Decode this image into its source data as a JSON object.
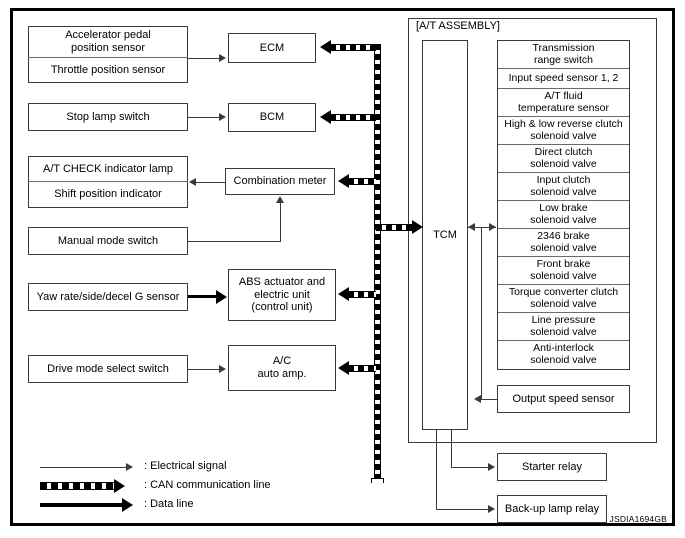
{
  "diagram": {
    "reference_code": "JSDIA1694GB",
    "at_assembly_label": "[A/T ASSEMBLY]"
  },
  "left_column": {
    "accelerator_pedal_position_sensor": "Accelerator pedal\nposition sensor",
    "accelerator_pedal_position_sensor_line1": "Accelerator pedal",
    "accelerator_pedal_position_sensor_line2": "position sensor",
    "throttle_position_sensor": "Throttle position sensor",
    "stop_lamp_switch": "Stop lamp switch",
    "at_check_indicator_lamp": "A/T CHECK indicator lamp",
    "shift_position_indicator": "Shift position indicator",
    "manual_mode_switch": "Manual mode switch",
    "yaw_rate_sensor": "Yaw rate/side/decel G sensor",
    "drive_mode_select_switch": "Drive mode select switch"
  },
  "middle_column": {
    "ecm": "ECM",
    "bcm": "BCM",
    "combination_meter": "Combination meter",
    "abs_actuator_line1": "ABS actuator and",
    "abs_actuator_line2": "electric unit",
    "abs_actuator_line3": "(control unit)",
    "ac_auto_amp_line1": "A/C",
    "ac_auto_amp_line2": "auto amp."
  },
  "tcm": {
    "label": "TCM"
  },
  "components": [
    {
      "line1": "Transmission",
      "line2": "range switch",
      "lines": 2
    },
    {
      "line1": "Input speed sensor 1, 2",
      "line2": "",
      "lines": 1
    },
    {
      "line1": "A/T fluid",
      "line2": "temperature sensor",
      "lines": 2
    },
    {
      "line1": "High & low reverse clutch",
      "line2": "solenoid valve",
      "lines": 2
    },
    {
      "line1": "Direct clutch",
      "line2": "solenoid valve",
      "lines": 2
    },
    {
      "line1": "Input clutch",
      "line2": "solenoid valve",
      "lines": 2
    },
    {
      "line1": "Low brake",
      "line2": "solenoid valve",
      "lines": 2
    },
    {
      "line1": "2346 brake",
      "line2": "solenoid valve",
      "lines": 2
    },
    {
      "line1": "Front brake",
      "line2": "solenoid valve",
      "lines": 2
    },
    {
      "line1": "Torque converter clutch",
      "line2": "solenoid valve",
      "lines": 2
    },
    {
      "line1": "Line pressure",
      "line2": "solenoid valve",
      "lines": 2
    },
    {
      "line1": "Anti-interlock",
      "line2": "solenoid valve",
      "lines": 2
    }
  ],
  "right_column": {
    "output_speed_sensor": "Output speed sensor",
    "starter_relay": "Starter relay",
    "backup_lamp_relay": "Back-up lamp relay"
  },
  "legend": {
    "electrical_signal": ": Electrical signal",
    "can_communication_line": ": CAN communication line",
    "data_line": ": Data line"
  }
}
